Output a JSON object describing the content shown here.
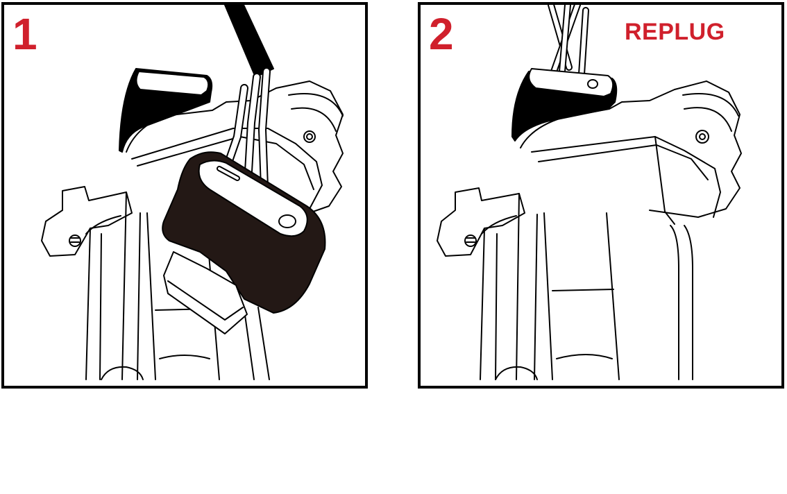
{
  "colors": {
    "accent": "#d0202c",
    "ink": "#000000",
    "connector": "#231815"
  },
  "panels": [
    {
      "number": "1",
      "label": "",
      "illustration": "unplug-connector-diagram"
    },
    {
      "number": "2",
      "label": "REPLUG",
      "illustration": "replug-connector-diagram"
    }
  ]
}
